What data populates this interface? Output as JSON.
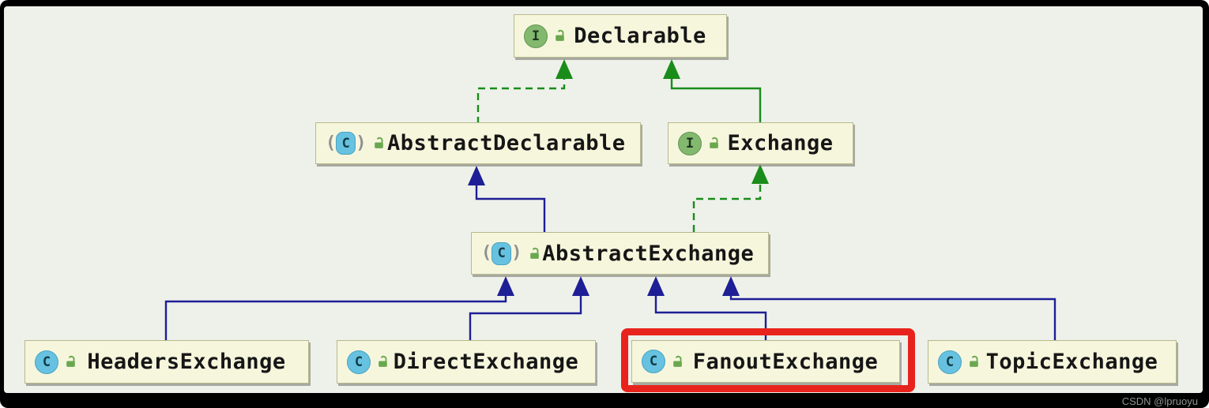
{
  "diagram": {
    "type": "uml-class-hierarchy",
    "icon_letters": {
      "interface": "I",
      "class": "C",
      "paren_open": "(",
      "paren_close": ")"
    },
    "nodes": [
      {
        "id": "declarable",
        "label": "Declarable",
        "kind": "interface"
      },
      {
        "id": "abstract-declarable",
        "label": "AbstractDeclarable",
        "kind": "abstract-class"
      },
      {
        "id": "exchange",
        "label": "Exchange",
        "kind": "interface"
      },
      {
        "id": "abstract-exchange",
        "label": "AbstractExchange",
        "kind": "abstract-class"
      },
      {
        "id": "headers-exchange",
        "label": "HeadersExchange",
        "kind": "class"
      },
      {
        "id": "direct-exchange",
        "label": "DirectExchange",
        "kind": "class"
      },
      {
        "id": "fanout-exchange",
        "label": "FanoutExchange",
        "kind": "class",
        "highlighted": true
      },
      {
        "id": "topic-exchange",
        "label": "TopicExchange",
        "kind": "class"
      }
    ],
    "edges": [
      {
        "from": "AbstractDeclarable",
        "to": "Declarable",
        "type": "implements"
      },
      {
        "from": "Exchange",
        "to": "Declarable",
        "type": "extends"
      },
      {
        "from": "AbstractExchange",
        "to": "AbstractDeclarable",
        "type": "extends"
      },
      {
        "from": "AbstractExchange",
        "to": "Exchange",
        "type": "implements"
      },
      {
        "from": "HeadersExchange",
        "to": "AbstractExchange",
        "type": "extends"
      },
      {
        "from": "DirectExchange",
        "to": "AbstractExchange",
        "type": "extends"
      },
      {
        "from": "FanoutExchange",
        "to": "AbstractExchange",
        "type": "extends"
      },
      {
        "from": "TopicExchange",
        "to": "AbstractExchange",
        "type": "extends"
      }
    ],
    "highlight": {
      "target": "FanoutExchange",
      "color": "#e8231d"
    },
    "colors": {
      "background": "#edf1ea",
      "frame": "#000000",
      "node_fill": "#f6f6dd",
      "node_border": "#b9b98c",
      "extends_arrow": "#1e1e96",
      "implements_arrow": "#1a8c1a",
      "interface_icon": "#82b96e",
      "class_icon": "#66c2e0",
      "lock_icon": "#6aa84f"
    }
  },
  "watermark": {
    "text": "CSDN @lpruoyu"
  }
}
